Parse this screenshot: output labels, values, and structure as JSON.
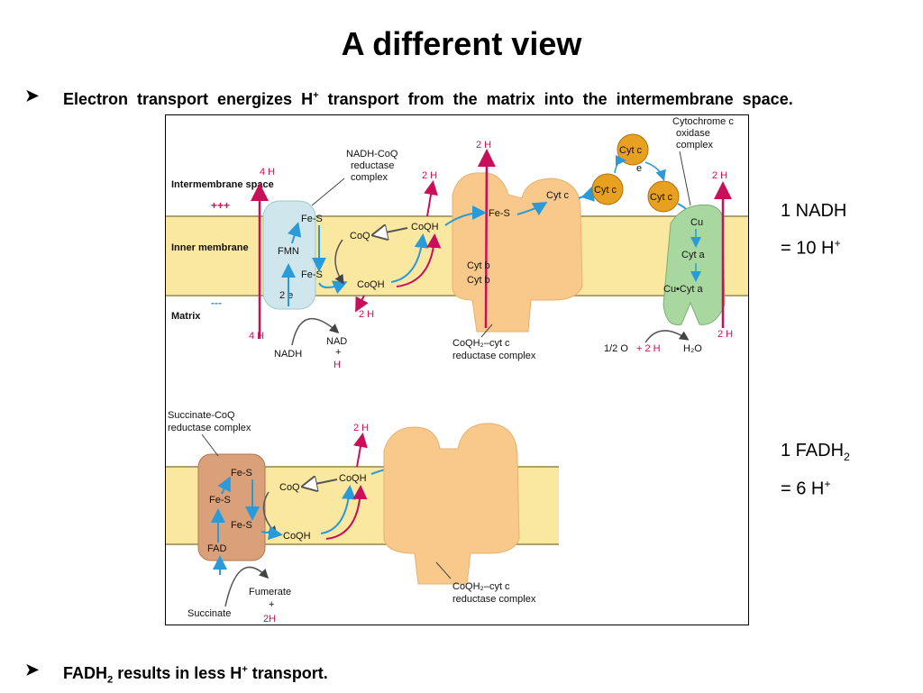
{
  "title": "A different view",
  "bullets": {
    "b1": "Electron transport energizes H",
    "b1_sup": "+",
    "b1_rest": " transport from the matrix into the intermembrane space.",
    "b2_a": "FADH",
    "b2_sub": "2",
    "b2_b": " results in less H",
    "b2_sup": "+",
    "b2_c": " transport."
  },
  "side": {
    "nadh_line1": "1 NADH",
    "nadh_line2": "= 10 H",
    "nadh_sup": "+",
    "fadh_line1": "1 FADH",
    "fadh_sub": "2",
    "fadh_line2": "=  6 H",
    "fadh_sup": "+"
  },
  "figure": {
    "regions": {
      "intermembrane": "Intermembrane space",
      "inner": "Inner membrane",
      "matrix": "Matrix"
    },
    "complex1": {
      "title_l1": "NADH-CoQ",
      "title_l2": "reductase",
      "title_l3": "complex",
      "fes1": "Fe-S",
      "fmn": "FMN",
      "fes2": "Fe-S",
      "two_e": "2 e",
      "nadh": "NADH",
      "nad": "NAD",
      "plus": "+",
      "hplus": "H",
      "h_top": "4 H",
      "h_bottom": "4 H"
    },
    "coq": {
      "coq1": "CoQ",
      "coqh2_a": "CoQH",
      "coqh2_b": "CoQH",
      "two_h_top": "2 H",
      "two_h_bottom": "2 H"
    },
    "complex3": {
      "title_l1": "CoQH₂–cyt c",
      "title_l2": "reductase complex",
      "fes": "Fe-S",
      "cytc1": "Cyt c",
      "b566": "Cyt b",
      "b562": "Cyt b",
      "h_top": "2 H"
    },
    "cytc": {
      "c1": "Cyt c",
      "c2": "Cyt c",
      "c3": "Cyt c",
      "e": "e"
    },
    "complex4": {
      "title_l1": "Cytochrome c",
      "title_l2": "oxidase",
      "title_l3": "complex",
      "cu": "Cu",
      "cyta": "Cyt a",
      "cucyta3": "Cu•Cyt a",
      "h_top": "2 H",
      "h_bottom": "2 H",
      "o2": "1/2 O",
      "plus2h": "+ 2 H",
      "h2o": "H₂O"
    },
    "complex2": {
      "title_l1": "Succinate-CoQ",
      "title_l2": "reductase complex",
      "fes1": "Fe-S",
      "fes2": "Fe-S",
      "fes3": "Fe-S",
      "fad": "FAD",
      "succinate": "Succinate",
      "fumerate": "Fumerate",
      "plus": "+",
      "twoh": "2H",
      "coq": "CoQ",
      "coqh2": "CoQH",
      "h_top": "2 H",
      "c3_l1": "CoQH₂–cyt c",
      "c3_l2": "reductase complex"
    }
  },
  "colors": {
    "membrane": "#fbe8a0",
    "complex1": "#cfe6ec",
    "complex3": "#f8c98a",
    "complex4": "#a8d8a0",
    "complex2": "#d9a07a",
    "cytc": "#e8a020",
    "proton": "#c8105a",
    "electron": "#2a9ad8"
  }
}
